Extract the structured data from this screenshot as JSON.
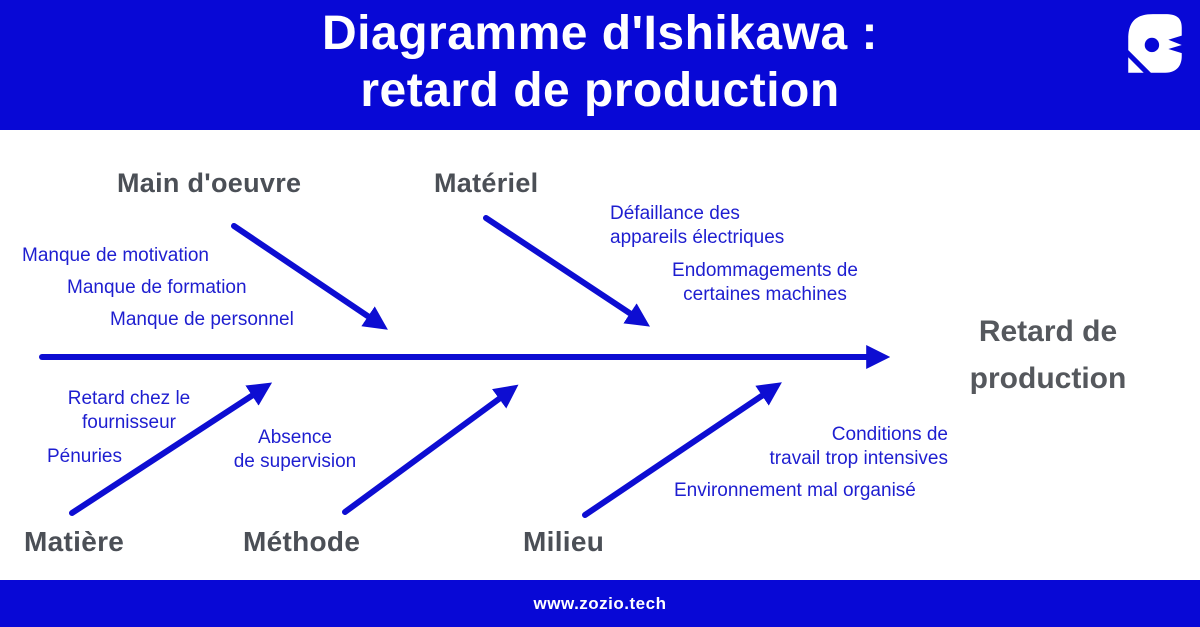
{
  "header": {
    "title_line1": "Diagramme d'Ishikawa :",
    "title_line2": "retard de production"
  },
  "logo": {
    "icon": "zozio-bird-logo"
  },
  "effect": {
    "lines": [
      "Retard de",
      "production"
    ]
  },
  "categories": [
    {
      "id": "main-doeuvre",
      "label": "Main d'oeuvre",
      "side": "top"
    },
    {
      "id": "materiel",
      "label": "Matériel",
      "side": "top"
    },
    {
      "id": "matiere",
      "label": "Matière",
      "side": "bottom"
    },
    {
      "id": "methode",
      "label": "Méthode",
      "side": "bottom"
    },
    {
      "id": "milieu",
      "label": "Milieu",
      "side": "bottom"
    }
  ],
  "causes": {
    "main_doeuvre": [
      {
        "lines": [
          "Manque de motivation"
        ]
      },
      {
        "lines": [
          "Manque de formation"
        ]
      },
      {
        "lines": [
          "Manque de personnel"
        ]
      }
    ],
    "materiel": [
      {
        "lines": [
          "Défaillance des",
          "appareils électriques"
        ]
      },
      {
        "lines": [
          "Endommagements de",
          "certaines machines"
        ]
      }
    ],
    "matiere": [
      {
        "lines": [
          "Retard chez le",
          "fournisseur"
        ]
      },
      {
        "lines": [
          "Pénuries"
        ]
      }
    ],
    "methode": [
      {
        "lines": [
          "Absence",
          "de supervision"
        ]
      }
    ],
    "milieu": [
      {
        "lines": [
          "Conditions de",
          "travail trop intensives"
        ]
      },
      {
        "lines": [
          "Environnement mal organisé"
        ]
      }
    ]
  },
  "footer": {
    "url": "www.zozio.tech"
  },
  "colors": {
    "brand_blue": "#0808d6",
    "arrow_blue": "#0d0dd2",
    "cause_text_blue": "#1e1ed0",
    "label_gray": "#4b4f56",
    "effect_gray": "#55585d",
    "background": "#ffffff"
  }
}
